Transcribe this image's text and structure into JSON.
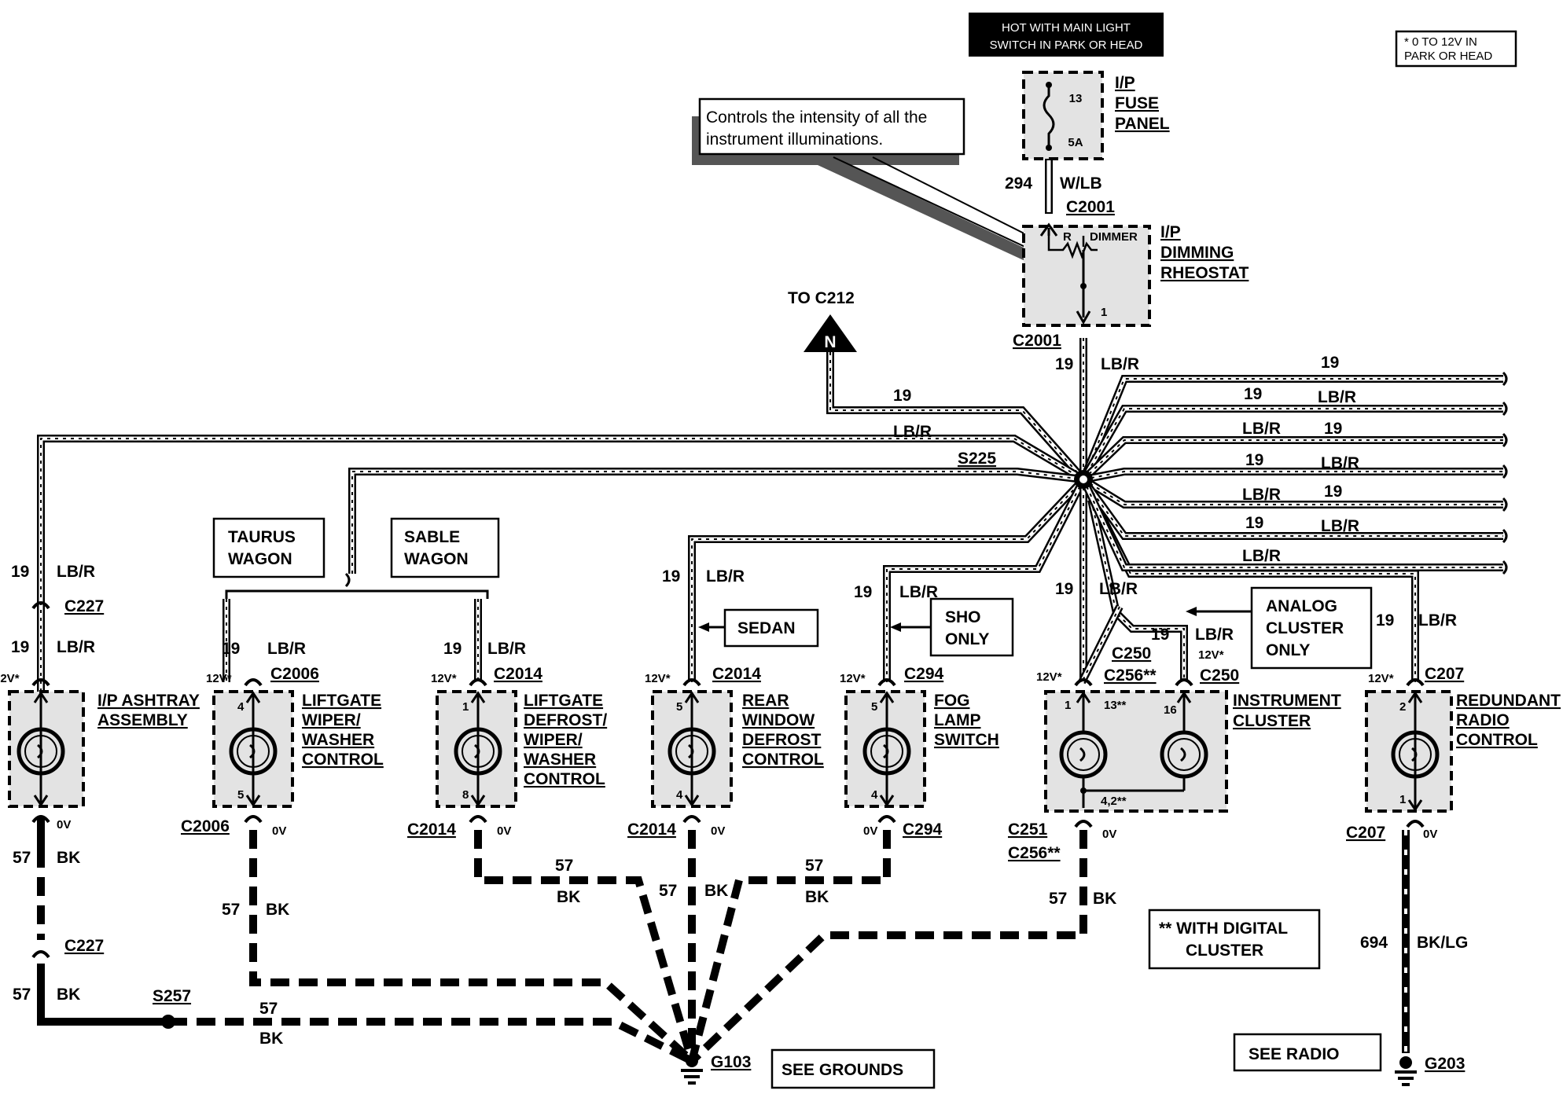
{
  "header": {
    "hot_line1": "HOT WITH MAIN LIGHT",
    "hot_line2": "SWITCH IN PARK OR HEAD",
    "footnote_line1": "* 0 TO 12V IN",
    "footnote_line2": "PARK OR HEAD"
  },
  "callout": {
    "line1": "Controls the intensity of all the",
    "line2": "instrument illuminations."
  },
  "fuse": {
    "name1": "I/P",
    "name2": "FUSE",
    "name3": "PANEL",
    "pin": "13",
    "rating": "5A",
    "circuit": "294",
    "color": "W/LB",
    "connector": "C2001"
  },
  "rheostat": {
    "name1": "I/P",
    "name2": "DIMMING",
    "name3": "RHEOSTAT",
    "r_label": "R",
    "dimmer_label": "DIMMER",
    "pin": "1",
    "connector": "C2001",
    "out_circuit": "19",
    "out_color": "LB/R"
  },
  "to_c212": {
    "label": "TO C212",
    "symbol": "N",
    "circuit": "19"
  },
  "splice": {
    "name": "S225",
    "circuit": "19",
    "color": "LB/R"
  },
  "right_feeds": [
    {
      "a": "19",
      "b": ""
    },
    {
      "a": "19",
      "b": "LB/R"
    },
    {
      "a": "LB/R",
      "b": "19"
    },
    {
      "a": "19",
      "b": "LB/R"
    },
    {
      "a": "LB/R",
      "b": "19"
    },
    {
      "a": "19",
      "b": "LB/R"
    },
    {
      "a": "LB/R",
      "b": ""
    }
  ],
  "wagon": {
    "taurus1": "TAURUS",
    "taurus2": "WAGON",
    "sable1": "SABLE",
    "sable2": "WAGON"
  },
  "notes": {
    "sedan": "SEDAN",
    "sho1": "SHO",
    "sho2": "ONLY",
    "analog1": "ANALOG",
    "analog2": "CLUSTER",
    "analog3": "ONLY",
    "digital1": "**  WITH DIGITAL",
    "digital2": "CLUSTER",
    "see_grounds": "SEE GROUNDS",
    "see_radio": "SEE RADIO"
  },
  "common": {
    "v12": "12V*",
    "v0": "0V",
    "c19": "19",
    "lbr": "LB/R",
    "c57": "57",
    "bk": "BK"
  },
  "components": {
    "ashtray": {
      "name1": "I/P ASHTRAY",
      "name2": "ASSEMBLY",
      "conn_top": "C227",
      "conn_bot": "C227"
    },
    "liftgate_wiper": {
      "name1": "LIFTGATE",
      "name2": "WIPER/",
      "name3": "WASHER",
      "name4": "CONTROL",
      "conn_top": "C2006",
      "conn_bot": "C2006",
      "pin_top": "4",
      "pin_bot": "5"
    },
    "liftgate_defrost": {
      "name1": "LIFTGATE",
      "name2": "DEFROST/",
      "name3": "WIPER/",
      "name4": "WASHER",
      "name5": "CONTROL",
      "conn_top": "C2014",
      "conn_bot": "C2014",
      "pin_top": "1",
      "pin_bot": "8"
    },
    "rear_defrost": {
      "name1": "REAR",
      "name2": "WINDOW",
      "name3": "DEFROST",
      "name4": "CONTROL",
      "conn_top": "C2014",
      "conn_bot": "C2014",
      "pin_top": "5",
      "pin_bot": "4"
    },
    "fog": {
      "name1": "FOG",
      "name2": "LAMP",
      "name3": "SWITCH",
      "conn_top": "C294",
      "conn_bot": "C294",
      "pin_top": "5",
      "pin_bot": "4"
    },
    "cluster": {
      "name1": "INSTRUMENT",
      "name2": "CLUSTER",
      "conn_a": "C250",
      "conn_b": "C256**",
      "conn_c": "C250",
      "conn_bot1": "C251",
      "conn_bot2": "C256**",
      "pin1": "1",
      "pin13": "13**",
      "pin16": "16",
      "pin_bot": "4,2**"
    },
    "radio": {
      "name1": "REDUNDANT",
      "name2": "RADIO",
      "name3": "CONTROL",
      "conn_top": "C207",
      "conn_bot": "C207",
      "pin_top": "2",
      "pin_bot": "1",
      "gnd_circuit": "694",
      "gnd_color": "BK/LG"
    }
  },
  "grounds": {
    "splice": "S257",
    "main": "G103",
    "radio": "G203"
  }
}
